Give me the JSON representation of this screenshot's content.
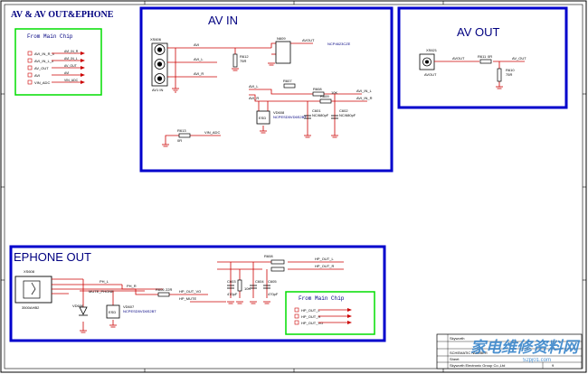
{
  "sheet_title": "AV & AV OUT&EPHONE",
  "blocks": {
    "av_in": {
      "title": "AV IN"
    },
    "av_out": {
      "title": "AV OUT"
    },
    "ephone_out": {
      "title": "EPHONE OUT"
    }
  },
  "from_main_chip_top": {
    "title": "From Main Chip",
    "signals": [
      "AVI_IN_R_0",
      "AVI_IN_L_0",
      "AV_OUT",
      "AVI",
      "VIN_ADC"
    ],
    "aliases": [
      "AVI_IN_R",
      "AVI_IN_L",
      "AV_OUT",
      "AVI",
      "VIN_ADC"
    ]
  },
  "from_main_chip_bottom": {
    "title": "From Main Chip",
    "signals": [
      "HP_OUT_L",
      "HP_OUT_R",
      "HP_OUT_VO"
    ]
  },
  "av_in_parts": {
    "jack_ref": "XS606",
    "jack_name": "AV1 IN",
    "nets": [
      "AVI",
      "AVI_L",
      "AVI_R"
    ],
    "ic_ref": "N609",
    "ic_part": "NCP4623CZE",
    "r_ref": "R612",
    "r_val": "75R",
    "out_net": "AVOUT",
    "vin_res": "R613",
    "vin_res_val": "0R",
    "vin_net": "VIN_ADC",
    "esd_ref": "VD608",
    "esd_part": "NCPESD5VD6S2BT",
    "esd_tag": "ESD",
    "res_a": "R607",
    "res_b": "R608",
    "res_c": "R609",
    "cap_a": "C601",
    "cap_b": "C602",
    "cap_val": "NC/680pF",
    "r_small": "10K",
    "cap_small": "C604",
    "net_l": "AVI_IN_L",
    "net_r": "AVI_IN_R",
    "in_l": "AVI_L",
    "in_r": "AVI_R"
  },
  "av_out_parts": {
    "jack_ref": "XS621",
    "jack_name": "AVOUT",
    "in_net": "AVOUT",
    "r_ref": "R611",
    "r_val": "0R",
    "r2_ref": "R610",
    "r2_val": "75R",
    "out_net": "AV_OUT"
  },
  "ephone_parts": {
    "jack_ref": "XS608",
    "jack_part": "3500AHB2",
    "nets": [
      "PH_L",
      "PH_R"
    ],
    "mute_net": "MUTE_PHONE",
    "tvs_a": "VD606",
    "tvs_b": "VD607",
    "esd_part": "NCPESD5VD6S2BT",
    "esd_tag": "ESD",
    "r_a": "R606",
    "r_a_val": "22R",
    "r_b": "R605",
    "caps": [
      "C603",
      "C604",
      "C605"
    ],
    "cap_val": "470pF",
    "res_vals": [
      "100",
      "10K",
      "10K"
    ],
    "hp_l": "HP_OUT_L",
    "hp_r": "HP_OUT_R",
    "hp_vo": "HP_OUT_VO",
    "hp_mute": "HP_MUTE",
    "r_mid": "R608"
  },
  "title_block": {
    "row1": "Skyworth",
    "row2": "SCHEMATIC NUMBER",
    "row3": "Sheet",
    "row4": "Skyworth Electronic Group Co.,Ltd",
    "sheet_no": "9",
    "watermark_cn": "家电维修资料网",
    "watermark_url": "52pj01.com"
  }
}
